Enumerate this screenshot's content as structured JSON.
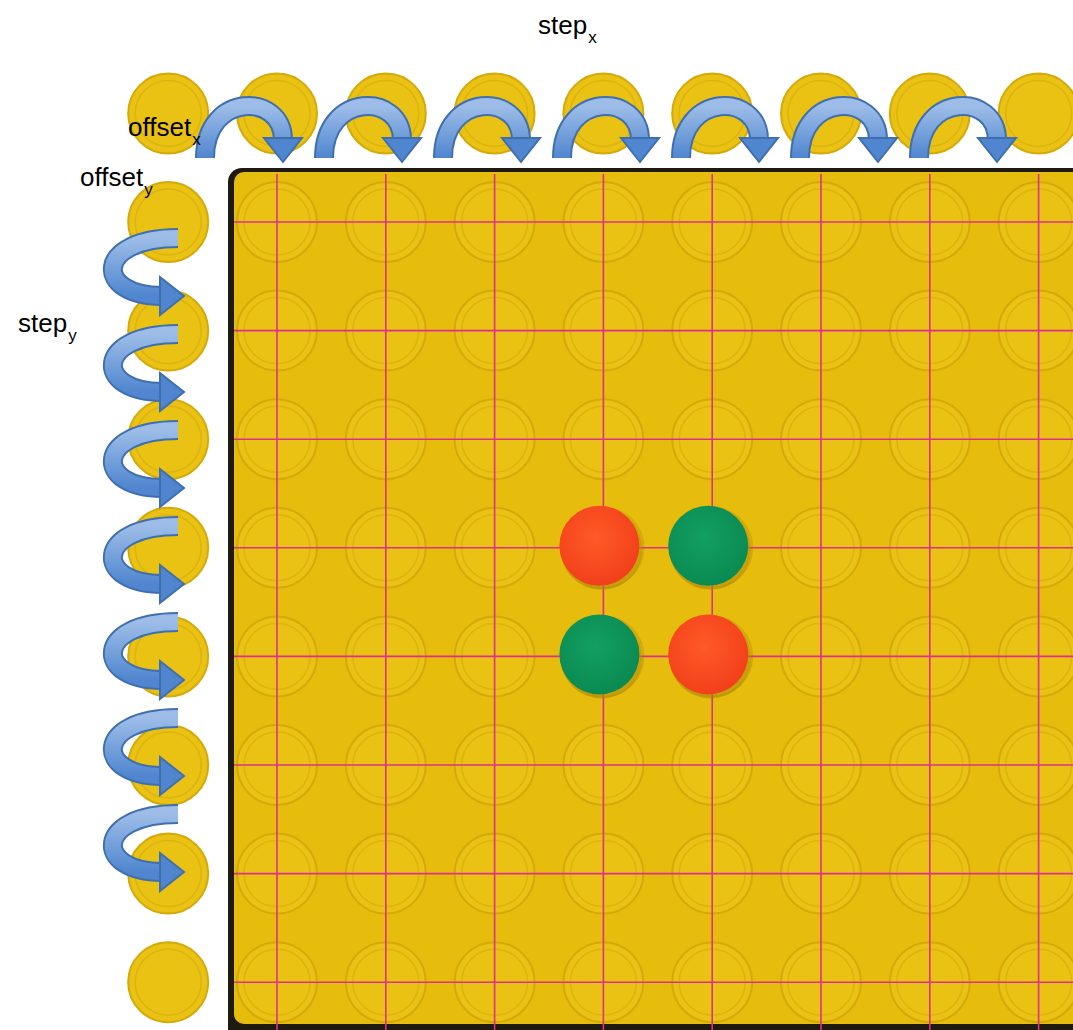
{
  "diagram": {
    "labels": [
      "step",
      "x",
      "offset",
      "x",
      "offset",
      "y",
      "step",
      "y"
    ]
  }
}
